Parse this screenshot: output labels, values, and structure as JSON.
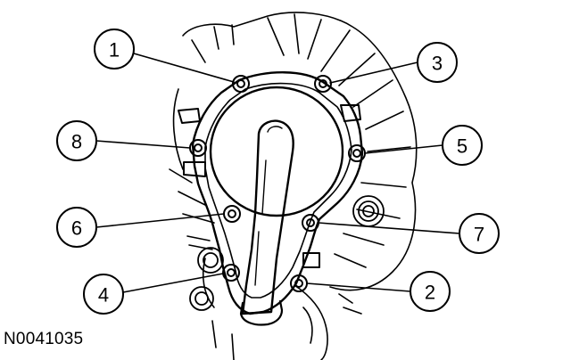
{
  "figure": {
    "id": "N0041035"
  },
  "callouts": [
    {
      "label": "1"
    },
    {
      "label": "3"
    },
    {
      "label": "8"
    },
    {
      "label": "5"
    },
    {
      "label": "6"
    },
    {
      "label": "7"
    },
    {
      "label": "4"
    },
    {
      "label": "2"
    }
  ],
  "colors": {
    "line": "#000000",
    "background": "#ffffff"
  }
}
